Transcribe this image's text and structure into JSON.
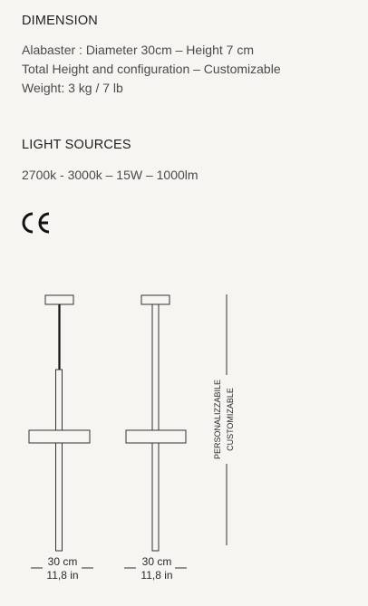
{
  "dimension": {
    "title": "DIMENSION",
    "lines": [
      "Alabaster : Diameter 30cm – Height 7 cm",
      "Total Height and configuration – Customizable",
      "Weight: 3 kg / 7 lb"
    ]
  },
  "light_sources": {
    "title": "LIGHT SOURCES",
    "lines": [
      "2700k - 3000k – 15W – 1000lm"
    ]
  },
  "certification": {
    "mark": "CE",
    "icon": "ce-mark-icon"
  },
  "drawing": {
    "lamp_left": {
      "width_cm": "30 cm",
      "width_in": "11,8 in"
    },
    "lamp_right": {
      "width_cm": "30 cm",
      "width_in": "11,8 in"
    },
    "height_label_1": "PERSONALIZZABILE",
    "height_label_2": "CUSTOMIZABLE"
  }
}
